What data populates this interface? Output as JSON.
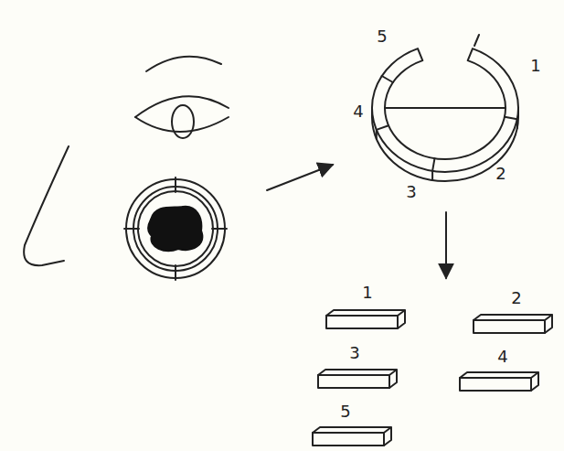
{
  "diagram": {
    "labels": [
      "5",
      "1",
      "4",
      "2",
      "3",
      "1",
      "2",
      "3",
      "4",
      "5"
    ]
  }
}
